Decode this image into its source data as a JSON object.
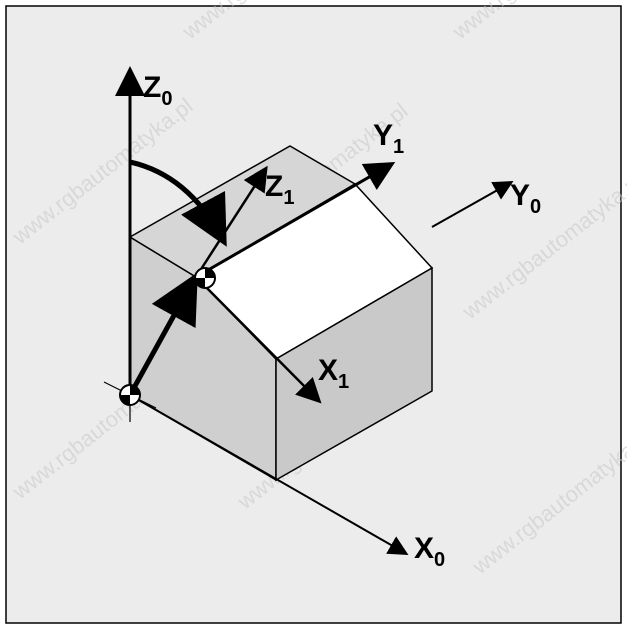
{
  "colors": {
    "background": "#ececec",
    "frame": "#000000",
    "face_front": "#cfcfcf",
    "face_top": "#d6d6d6",
    "face_side": "#c9c9c9",
    "face_roof": "#ffffff",
    "stroke": "#000000"
  },
  "axes": {
    "z0": {
      "main": "Z",
      "sub": "0"
    },
    "y1": {
      "main": "Y",
      "sub": "1"
    },
    "z1": {
      "main": "Z",
      "sub": "1"
    },
    "y0": {
      "main": "Y",
      "sub": "0"
    },
    "x1": {
      "main": "X",
      "sub": "1"
    },
    "x0": {
      "main": "X",
      "sub": "0"
    }
  },
  "origins": [
    {
      "id": "workpiece-origin-icon"
    },
    {
      "id": "frame-origin-icon"
    }
  ],
  "watermark": "www.rgbautomatyka.pl"
}
